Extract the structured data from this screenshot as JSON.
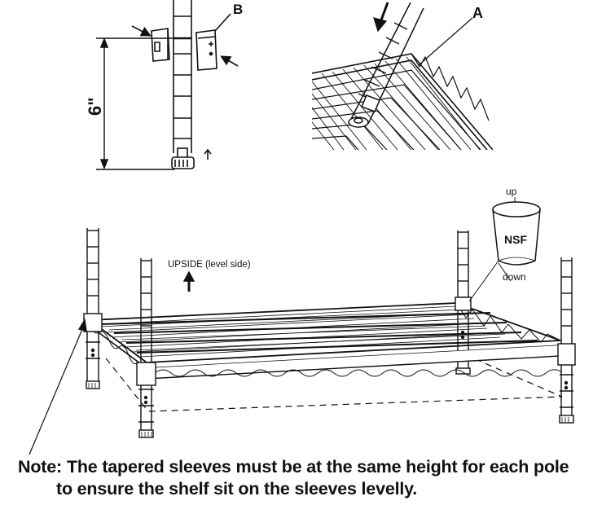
{
  "figure": {
    "labels": {
      "sleeve_b": "B",
      "shelf_edge_a": "A",
      "height_mark": "6\"",
      "upside_label": "UPSIDE (level side)",
      "sleeve_up": "up",
      "sleeve_down": "down",
      "sleeve_brand": "NSF"
    },
    "icons": [
      "arrow-icon",
      "up-arrow-icon",
      "pole-icon",
      "sleeve-icon",
      "wire-shelf-icon"
    ]
  },
  "note": {
    "label": "Note:",
    "line1": "The tapered sleeves must be at the same height for each pole",
    "line2": "to ensure the shelf sit on the sleeves levelly."
  }
}
